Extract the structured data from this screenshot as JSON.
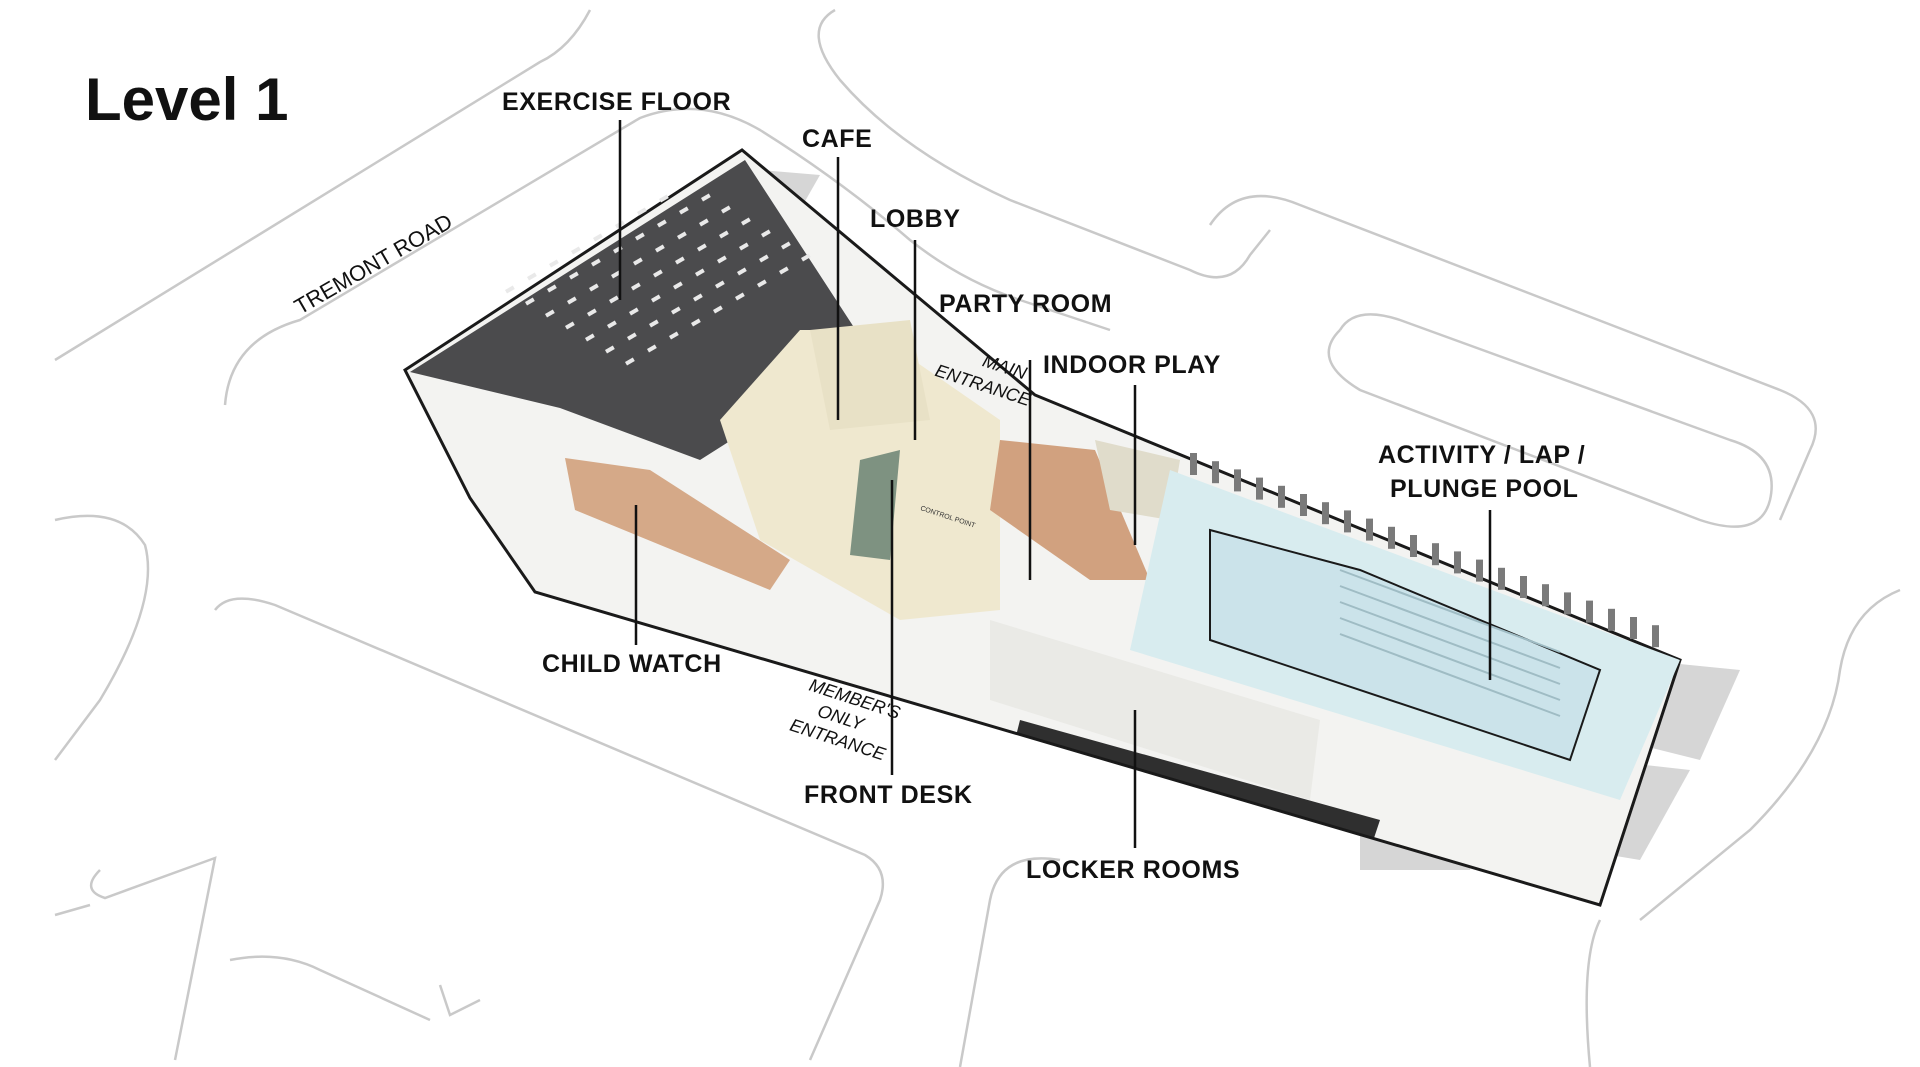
{
  "title": "Level 1",
  "road_label": "TREMONT ROAD",
  "labels": {
    "exercise_floor": "EXERCISE FLOOR",
    "cafe": "CAFE",
    "lobby": "LOBBY",
    "party_room": "PARTY ROOM",
    "indoor_play": "INDOOR PLAY",
    "pool_line1": "ACTIVITY / LAP /",
    "pool_line2": "PLUNGE POOL",
    "child_watch": "CHILD WATCH",
    "front_desk": "FRONT DESK",
    "locker_rooms": "LOCKER ROOMS"
  },
  "entrances": {
    "main_line1": "MAIN",
    "main_line2": "ENTRANCE",
    "member_line1": "MEMBER'S",
    "member_line2": "ONLY",
    "member_line3": "ENTRANCE"
  },
  "control_point": "CONTROL POINT",
  "colors": {
    "exercise_floor": "#4b4b4d",
    "child_watch": "#d5a988",
    "party_room": "#d1a17f",
    "lobby": "#efe8cf",
    "pool_hall": "#d8ecef",
    "pool_water": "#cbe3ea",
    "front_desk": "#7e9281",
    "walls": "#1a1a1a"
  }
}
